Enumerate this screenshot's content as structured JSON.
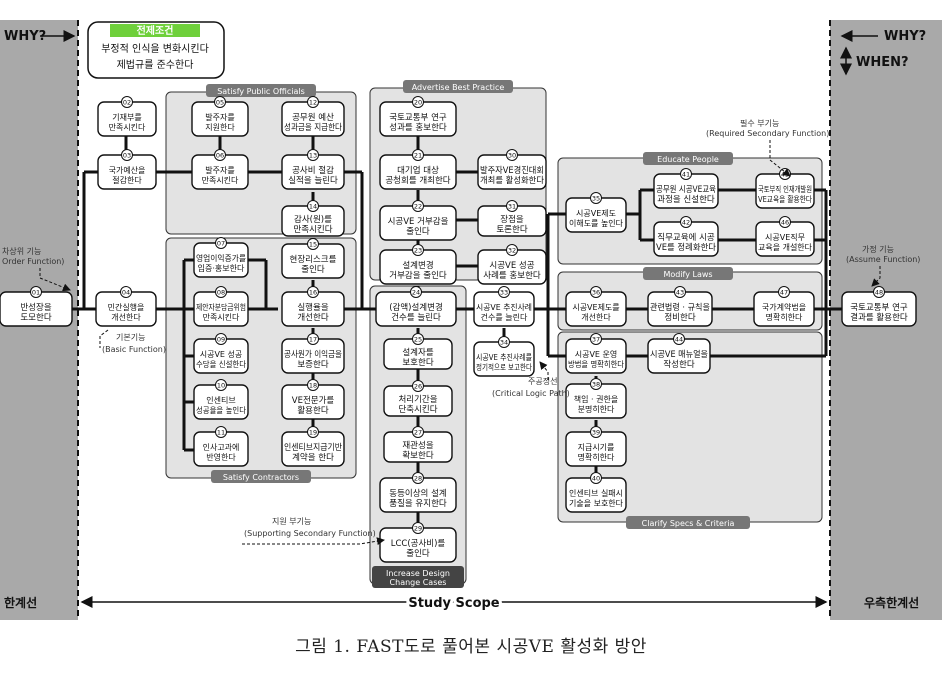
{
  "labels": {
    "why": "WHY?",
    "when": "WHEN?",
    "study_scope": "Study Scope",
    "left_boundary": "한계선",
    "right_boundary": "우측한계선",
    "caption": "그림 1. FAST도로 풀어본 시공VE 활성화 방안",
    "higher_order": "차상위 기능",
    "higher_order_en": "Order Function)",
    "basic_fn": "기본기능",
    "basic_fn_en": "(Basic Function)",
    "required_secondary": "필수 부기능",
    "required_secondary_en": "(Required Secondary Function)",
    "assume_fn": "가정 기능",
    "assume_fn_en": "(Assume Function)",
    "critical_path": "주공정선",
    "critical_path_en": "(Critical Logic Path)",
    "supporting_secondary": "지원 부기능",
    "supporting_secondary_en": "(Supporting Secondary Function)"
  },
  "premise": {
    "title": "전제조건",
    "line1": "부정적 인식을 변화시킨다",
    "line2": "제법규를 준수한다"
  },
  "groups": {
    "public_officials": "Satisfy Public Officials",
    "contractors": "Satisfy Contractors",
    "best_practice": "Advertise Best Practice",
    "design_change": "Increase Design Change Cases",
    "educate": "Educate People",
    "modify_laws": "Modify Laws",
    "clarify": "Clarify Specs & Criteria"
  },
  "nodes": [
    {
      "num": "01",
      "l1": "반성장을",
      "l2": "도모한다"
    },
    {
      "num": "02",
      "l1": "기재부를",
      "l2": "만족시킨다"
    },
    {
      "num": "03",
      "l1": "국가예산을",
      "l2": "절감한다"
    },
    {
      "num": "04",
      "l1": "민간실행을",
      "l2": "개선한다"
    },
    {
      "num": "05",
      "l1": "발주자를",
      "l2": "지원한다"
    },
    {
      "num": "06",
      "l1": "발주자를",
      "l2": "만족시킨다"
    },
    {
      "num": "07",
      "l1": "영업이익증가를",
      "l2": "입증·홍보한다"
    },
    {
      "num": "08",
      "l1": "제안자분담금위험",
      "l2": "만족시킨다"
    },
    {
      "num": "09",
      "l1": "시공VE 성공",
      "l2": "수당을 신설한다"
    },
    {
      "num": "10",
      "l1": "인센티브",
      "l2": "성공율을 높인다"
    },
    {
      "num": "11",
      "l1": "인사고과에",
      "l2": "반영한다"
    },
    {
      "num": "12",
      "l1": "공무원 예산",
      "l2": "성과금을 지급한다"
    },
    {
      "num": "13",
      "l1": "공사비 절감",
      "l2": "실적을 늘린다"
    },
    {
      "num": "14",
      "l1": "감사(원)를",
      "l2": "만족시킨다"
    },
    {
      "num": "15",
      "l1": "현장리스크를",
      "l2": "줄인다"
    },
    {
      "num": "16",
      "l1": "실행율을",
      "l2": "개선한다"
    },
    {
      "num": "17",
      "l1": "공사원가 이익금을",
      "l2": "보증한다"
    },
    {
      "num": "18",
      "l1": "VE전문가를",
      "l2": "활용한다"
    },
    {
      "num": "19",
      "l1": "인센티브지급기반",
      "l2": "계약을 한다"
    },
    {
      "num": "20",
      "l1": "국토교통부 연구",
      "l2": "성과를 홍보한다"
    },
    {
      "num": "21",
      "l1": "대기업 대상",
      "l2": "공청회를 개최한다"
    },
    {
      "num": "22",
      "l1": "시공VE 거부감을",
      "l2": "줄인다"
    },
    {
      "num": "23",
      "l1": "설계변경",
      "l2": "거부감을 줄인다"
    },
    {
      "num": "24",
      "l1": "(감액)설계변경",
      "l2": "건수를 늘린다"
    },
    {
      "num": "25",
      "l1": "설계자를",
      "l2": "보호한다"
    },
    {
      "num": "26",
      "l1": "처리기간을",
      "l2": "단축시킨다"
    },
    {
      "num": "27",
      "l1": "재관성을",
      "l2": "확보한다"
    },
    {
      "num": "28",
      "l1": "동등이상의 설계",
      "l2": "품질을 유지한다"
    },
    {
      "num": "29",
      "l1": "LCC(공사비)를",
      "l2": "줄인다"
    },
    {
      "num": "30",
      "l1": "발주자VE경진대회",
      "l2": "개최를 활성화한다"
    },
    {
      "num": "31",
      "l1": "장점을",
      "l2": "토론한다"
    },
    {
      "num": "32",
      "l1": "시공VE 성공",
      "l2": "사례를 홍보한다"
    },
    {
      "num": "33",
      "l1": "시공VE 추진사례",
      "l2": "건수를 늘린다"
    },
    {
      "num": "34",
      "l1": "시공VE 추진사례를",
      "l2": "정기적으로 보고한다"
    },
    {
      "num": "35",
      "l1": "시공VE제도",
      "l2": "이해도를 높인다"
    },
    {
      "num": "36",
      "l1": "시공VE제도를",
      "l2": "개선한다"
    },
    {
      "num": "37",
      "l1": "시공VE 운영",
      "l2": "방법을 명확히한다"
    },
    {
      "num": "38",
      "l1": "책임 · 권한을",
      "l2": "분명히한다"
    },
    {
      "num": "39",
      "l1": "지급시기를",
      "l2": "명확히한다"
    },
    {
      "num": "40",
      "l1": "인센티브 실패시",
      "l2": "기술을 보호한다"
    },
    {
      "num": "41",
      "l1": "공무원 시공VE교육",
      "l2": "과정을 신설한다"
    },
    {
      "num": "42",
      "l1": "직무교육에 시공",
      "l2": "VE를 정례화한다"
    },
    {
      "num": "43",
      "l1": "관련법령 · 규칙을",
      "l2": "정비한다"
    },
    {
      "num": "44",
      "l1": "시공VE 매뉴얼을",
      "l2": "작성한다"
    },
    {
      "num": "45",
      "l1": "국토부직 인재개발원",
      "l2": "VE교육을 활용한다"
    },
    {
      "num": "46",
      "l1": "시공VE직무",
      "l2": "교육을 개설한다"
    },
    {
      "num": "47",
      "l1": "국가계약법을",
      "l2": "명확히한다"
    },
    {
      "num": "48",
      "l1": "국토교통부 연구",
      "l2": "결과를 활용한다"
    }
  ]
}
